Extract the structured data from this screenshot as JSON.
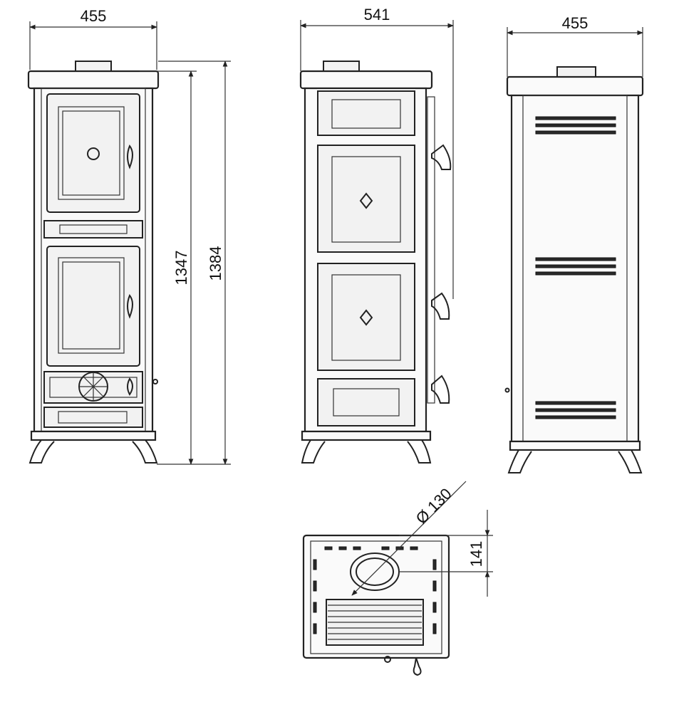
{
  "dimensions": {
    "front_width": "455",
    "side_width": "541",
    "back_width": "455",
    "height_body": "1347",
    "height_total": "1384",
    "flue_diameter": "Ø 130",
    "flue_offset": "141"
  },
  "colors": {
    "line": "#222222",
    "panel": "#f2f2f2",
    "background": "#ffffff"
  }
}
